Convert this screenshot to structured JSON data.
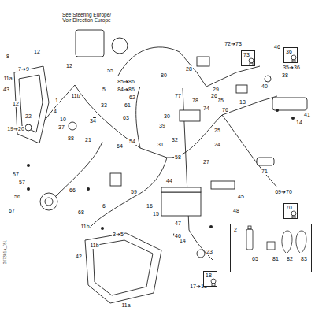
{
  "diagram": {
    "nodes": [
      {
        "text": [
          "73"
        ]
      },
      {
        "text": [
          "36"
        ]
      },
      {
        "text": [
          "70"
        ]
      },
      {
        "text": [
          "18"
        ]
      },
      {
        "text": [
          "2",
          "65",
          "81",
          "82",
          "83"
        ]
      }
    ],
    "labels": [
      "See Steering Europe/ Voir Direction Europe",
      "8",
      "12",
      "7➔9",
      "12",
      "55",
      "85➔86",
      "84➔86",
      "80",
      "28",
      "72➔73",
      "46",
      "38",
      "35➔36",
      "77",
      "78",
      "29",
      "75",
      "74",
      "76",
      "11a",
      "43",
      "12",
      "22",
      "19➔20",
      "11b",
      "1",
      "4",
      "10",
      "37",
      "88",
      "21",
      "34",
      "5",
      "33",
      "62",
      "61",
      "63",
      "39",
      "64",
      "54",
      "30",
      "31",
      "32",
      "58",
      "26",
      "25",
      "24",
      "27",
      "13",
      "40",
      "41",
      "14",
      "71",
      "69➔70",
      "44",
      "47",
      "45",
      "48",
      "46",
      "57",
      "57",
      "56",
      "67",
      "66",
      "68",
      "59",
      "6",
      "11b",
      "3➔5",
      "16",
      "15",
      "14",
      "11b",
      "42",
      "11a",
      "23",
      "17➔18",
      "207301a_05L"
    ]
  }
}
